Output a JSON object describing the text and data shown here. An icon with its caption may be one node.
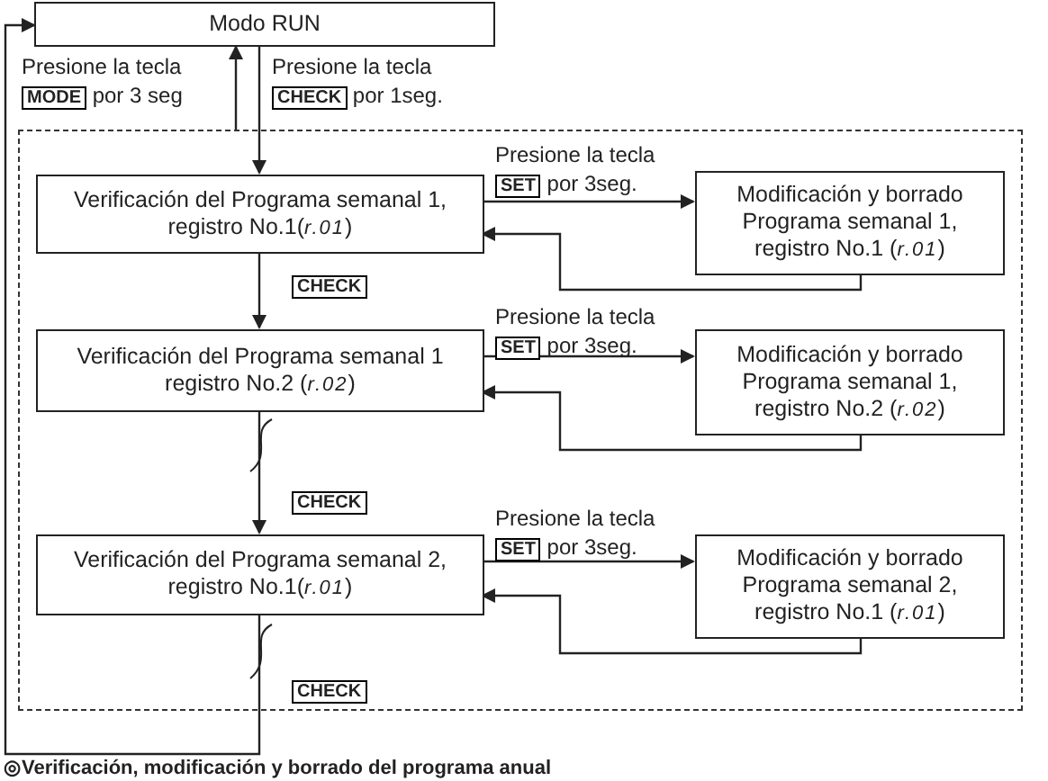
{
  "diagram": {
    "caption": "◎Verificación, modificación y borrado del programa anual",
    "nodes": [
      {
        "text": [
          "Modo RUN"
        ]
      },
      {
        "text": [],
        "shape": "box"
      },
      {
        "text": [
          "Verificación del Programa semanal 1, registro No.1(*r.01*)"
        ],
        "in": 1
      },
      {
        "text": [
          "Modificación y borrado Programa semanal 1, registro No.1 (*r.01*)"
        ],
        "in": 1
      },
      {
        "text": [
          "Verificación del Programa semanal 1 registro No.2 (*r.02*)"
        ],
        "in": 1
      },
      {
        "text": [
          "Modificación y borrado Programa semanal 1, registro No.2 (*r.02*)"
        ],
        "in": 1
      },
      {
        "text": [
          "Verificación del Programa semanal 2, registro No.1(*r.01*)"
        ],
        "in": 1
      },
      {
        "text": [
          "Modificación y borrado Programa semanal 2, registro No.1 (*r.01*)"
        ],
        "in": 1
      }
    ],
    "edges": [
      {
        "from": 0,
        "to": 2,
        "arrow": "to",
        "label": "Presione la tecla **CHECK** por 1seg."
      },
      {
        "from": 1,
        "to": 0,
        "arrow": "to",
        "label": "Presione la tecla **MODE** por 3 seg"
      },
      {
        "from": 2,
        "to": 3,
        "arrow": "to",
        "label": "Presione la tecla **SET** por 3seg."
      },
      {
        "from": 3,
        "to": 2,
        "arrow": "to"
      },
      {
        "from": 2,
        "to": 4,
        "arrow": "to",
        "label": "**CHECK**"
      },
      {
        "from": 4,
        "to": 5,
        "arrow": "to",
        "label": "Presione la tecla **SET** por 3seg."
      },
      {
        "from": 5,
        "to": 4,
        "arrow": "to"
      },
      {
        "from": 4,
        "to": 6,
        "arrow": "to",
        "label": "**CHECK**"
      },
      {
        "from": 6,
        "to": 7,
        "arrow": "to",
        "label": "Presione la tecla **SET** por 3seg."
      },
      {
        "from": 7,
        "to": 6,
        "arrow": "to"
      },
      {
        "from": 6,
        "to": 0,
        "arrow": "to",
        "label": "**CHECK**"
      }
    ]
  }
}
